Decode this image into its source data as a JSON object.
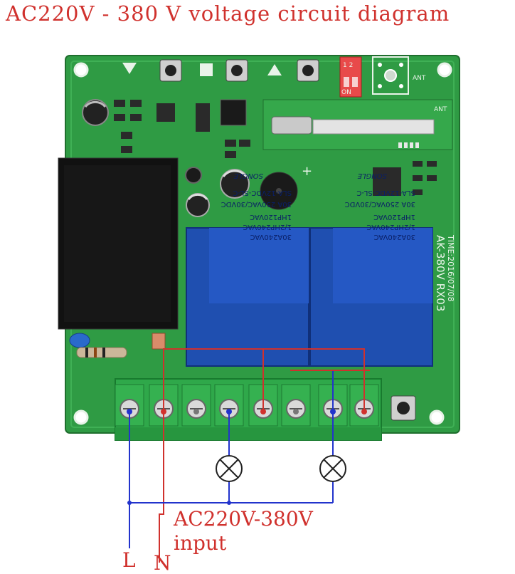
{
  "title": "AC220V - 380 V voltage circuit diagram",
  "board": {
    "model": "AK-380V  RX03",
    "date": "TIME:2016/07/08",
    "ant_label": "ANT",
    "ant_label_top": "ANT",
    "dip_on": "ON",
    "dip_numbers": "1 2",
    "plus": "+"
  },
  "relays": [
    {
      "brand": "SONGLE",
      "model": "SLA-12VDC-SL-C",
      "line1": "30A 250VAC/30VDC",
      "line2": "1HP120VAC",
      "line3": "1/2HP240VAC",
      "line4": "30A240VAC"
    },
    {
      "brand": "SONGLE",
      "model": "SLA-12VDC-SL-C",
      "line1": "30A 250VAC/30VDC",
      "line2": "1HP120VAC",
      "line3": "1/2HP240VAC",
      "line4": "30A240VAC"
    }
  ],
  "input_label_line1": "AC220V-380V",
  "input_label_line2": "input",
  "label_L": "L",
  "label_N": "N",
  "colors": {
    "pcb": "#2f9b44",
    "neutral_wire": "#2233cc",
    "live_wire": "#d0312d",
    "relay": "#1f4fb0",
    "terminal": "#2fa84a"
  }
}
